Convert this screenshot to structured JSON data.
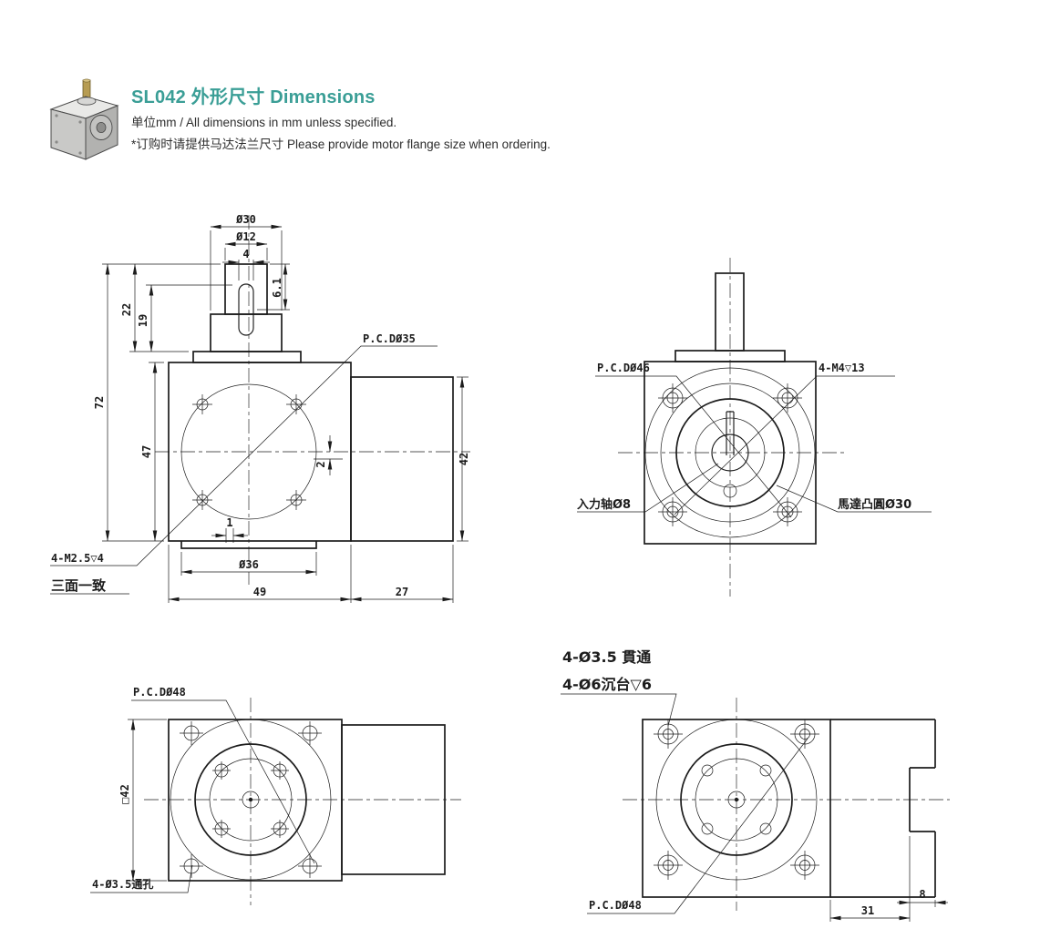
{
  "header": {
    "title": "SL042 外形尺寸 Dimensions",
    "subtitle": "单位mm / All dimensions in mm unless specified.",
    "note": "*订购时请提供马达法兰尺寸 Please provide motor flange size when ordering.",
    "thumbnail": "gearbox-isometric-photo"
  },
  "colors": {
    "accent": "#3a9e96",
    "line": "#1c1c1c"
  },
  "views": {
    "side": {
      "name": "side-view-shaft-up",
      "dims": {
        "shaft_boss_dia": "Ø30",
        "shaft_dia": "Ø12",
        "keyway_width": "4",
        "keyway_depth": "6.1",
        "shaft_len_inner": "19",
        "shaft_len_total": "22",
        "height_total": "72",
        "body_height": "47",
        "offset_2": "2",
        "offset_1": "1",
        "pilot_dia": "Ø36",
        "body_width": "49",
        "motor_flange_width": "27",
        "motor_flange_height": "42",
        "pcd": "P.C.DØ35",
        "tapped_holes": "4-M2.5▽4",
        "three_faces_note": "三面一致"
      }
    },
    "front": {
      "name": "input-face-view",
      "dims": {
        "pcd": "P.C.DØ46",
        "tapped_holes": "4-M4▽13",
        "input_shaft": "入力轴Ø8",
        "motor_boss": "馬達凸圓Ø30"
      }
    },
    "output_left": {
      "name": "output-face-view-left",
      "dims": {
        "pcd": "P.C.DØ48",
        "square_size": "□42",
        "through_holes": "4-Ø3.5通孔"
      }
    },
    "output_right": {
      "name": "output-face-view-right-section",
      "dims": {
        "through_holes": "4-Ø3.5 貫通",
        "counterbore": "4-Ø6沉台▽6",
        "pcd": "P.C.DØ48",
        "flange_offset": "31",
        "boss_depth": "8"
      }
    }
  }
}
